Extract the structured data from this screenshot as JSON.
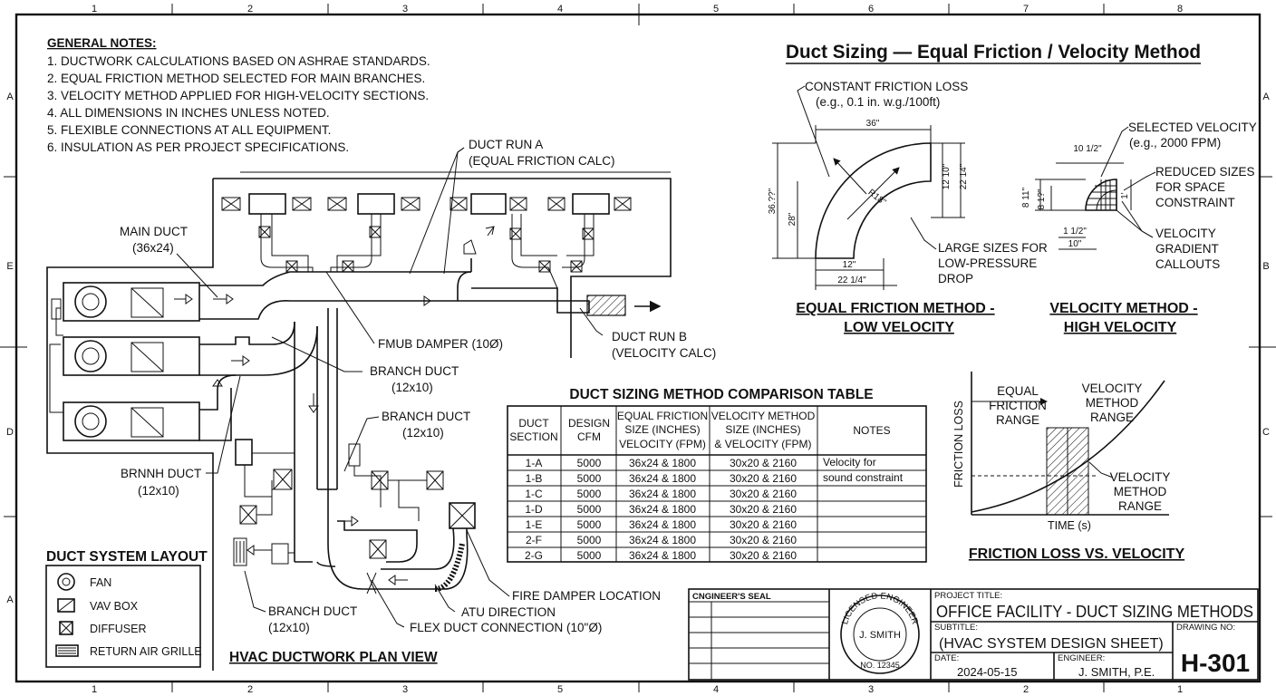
{
  "border": {
    "col_numbers": [
      "1",
      "2",
      "3",
      "4",
      "5",
      "6",
      "7",
      "8"
    ],
    "row_left": [
      "A",
      "E",
      "D",
      "A"
    ],
    "row_right": [
      "A",
      "B",
      "C"
    ]
  },
  "general_notes": {
    "heading": "GENERAL NOTES:",
    "items": [
      "1.  DUCTWORK CALCULATIONS BASED ON ASHRAE STANDARDS.",
      "2.  EQUAL FRICTION METHOD SELECTED FOR MAIN BRANCHES.",
      "3.  VELOCITY METHOD APPLIED FOR HIGH-VELOCITY SECTIONS.",
      "4.  ALL DIMENSIONS IN INCHES UNLESS NOTED.",
      "5.  FLEXIBLE CONNECTIONS AT ALL EQUIPMENT.",
      "6.  INSULATION AS PER PROJECT SPECIFICATIONS."
    ]
  },
  "plan": {
    "title": "HVAC DUCTWORK PLAN VIEW",
    "labels": {
      "main_duct_1": "MAIN DUCT",
      "main_duct_2": "(36x24)",
      "duct_run_a_1": "DUCT RUN A",
      "duct_run_a_2": "(EQUAL FRICTION CALC)",
      "damper": "FMUB DAMPER (10Ø)",
      "duct_run_b_1": "DUCT RUN B",
      "duct_run_b_2": "(VELOCITY CALC)",
      "branch1_1": "BRANCH DUCT",
      "branch1_2": "(12x10)",
      "branch2_1": "BRANCH DUCT",
      "branch2_2": "(12x10)",
      "branch3_1": "BRNNH DUCT",
      "branch3_2": "(12x10)",
      "branch4_1": "BRANCH DUCT",
      "branch4_2": "(12x10)",
      "fire_damper": "FIRE DAMPER LOCATION",
      "atu": "ATU DIRECTION",
      "flex": "FLEX DUCT CONNECTION (10\"Ø)"
    }
  },
  "legend": {
    "title": "DUCT SYSTEM LAYOUT",
    "items": [
      "FAN",
      "VAV BOX",
      "DIFFUSER",
      "RETURN AIR GRILLE"
    ]
  },
  "sizing": {
    "title": "Duct Sizing — Equal Friction / Velocity Method",
    "ef": {
      "callout_1": "CONSTANT FRICTION LOSS",
      "callout_2": "(e.g., 0.1 in. w.g./100ft)",
      "dim_top": "36\"",
      "dim_left_outer": "36.??\"",
      "dim_left_inner": "28\"",
      "dim_right_1": "12 10\"",
      "dim_right_2": "22 14\"",
      "dim_bottom_1": "12\"",
      "dim_bottom_2": "22 1/4\"",
      "radius": "R18\"",
      "large_1": "LARGE SIZES FOR",
      "large_2": "LOW-PRESSURE",
      "large_3": "DROP",
      "caption_1": "EQUAL FRICTION METHOD -",
      "caption_2": "LOW VELOCITY"
    },
    "vel": {
      "sel_1": "SELECTED VELOCITY",
      "sel_2": "(e.g., 2000 FPM)",
      "dim_top": "10 1/2\"",
      "dim_left_1": "8 11\"",
      "dim_left_2": "8 1?\"",
      "dim_right": "1'",
      "dim_b1": "1 1/2\"",
      "dim_b2": "10\"",
      "red_1": "REDUCED SIZES",
      "red_2": "FOR SPACE",
      "red_3": "CONSTRAINT",
      "grad_1": "VELOCITY",
      "grad_2": "GRADIENT",
      "grad_3": "CALLOUTS",
      "caption_1": "VELOCITY METHOD -",
      "caption_2": "HIGH VELOCITY"
    }
  },
  "table": {
    "title": "DUCT SIZING METHOD COMPARISON TABLE",
    "headers": [
      [
        "DUCT",
        "SECTION"
      ],
      [
        "DESIGN",
        "CFM"
      ],
      [
        "EQUAL FRICTION",
        "SIZE (INCHES)",
        "VELOCITY (FPM)"
      ],
      [
        "VELOCITY METHOD",
        "SIZE (INCHES)",
        "& VELOCITY (FPM)"
      ],
      [
        "NOTES"
      ]
    ],
    "rows": [
      [
        "1-A",
        "5000",
        "36x24 & 1800",
        "30x20 & 2160",
        "Velocity for"
      ],
      [
        "1-B",
        "5000",
        "36x24 & 1800",
        "30x20 & 2160",
        "sound constraint"
      ],
      [
        "1-C",
        "5000",
        "36x24 & 1800",
        "30x20 & 2160",
        ""
      ],
      [
        "1-D",
        "5000",
        "36x24 & 1800",
        "30x20 & 2160",
        ""
      ],
      [
        "1-E",
        "5000",
        "36x24 & 1800",
        "30x20 & 2160",
        ""
      ],
      [
        "2-F",
        "5000",
        "36x24 & 1800",
        "30x20 & 2160",
        ""
      ],
      [
        "2-G",
        "5000",
        "36x24 & 1800",
        "30x20 & 2160",
        ""
      ]
    ]
  },
  "graph": {
    "ylabel": "FRICTION LOSS",
    "xlabel": "TIME (s)",
    "ef_1": "EQUAL",
    "ef_2": "FRICTION",
    "ef_3": "RANGE",
    "vel_1": "VELOCITY",
    "vel_2": "METHOD",
    "vel_3": "RANGE",
    "vr_1": "VELOCITY",
    "vr_2": "METHOD",
    "vr_3": "RANGE",
    "caption": "FRICTION LOSS VS. VELOCITY"
  },
  "title_block": {
    "seal_label": "CNGINEER'S SEAL",
    "seal_top": "LICENSED ENGINEER",
    "seal_name": "J. SMITH",
    "seal_no": "NO. 12345",
    "project_label": "PROJECT TITLE:",
    "project": "OFFICE FACILITY - DUCT SIZING METHODS",
    "subtitle_label": "SUBTITLE:",
    "subtitle": "(HVAC SYSTEM DESIGN SHEET)",
    "drawing_label": "DRAWING NO:",
    "drawing_no": "H-301",
    "date_label": "DATE:",
    "date": "2024-05-15",
    "engineer_label": "ENGINEER:",
    "engineer": "J. SMITH, P.E."
  }
}
